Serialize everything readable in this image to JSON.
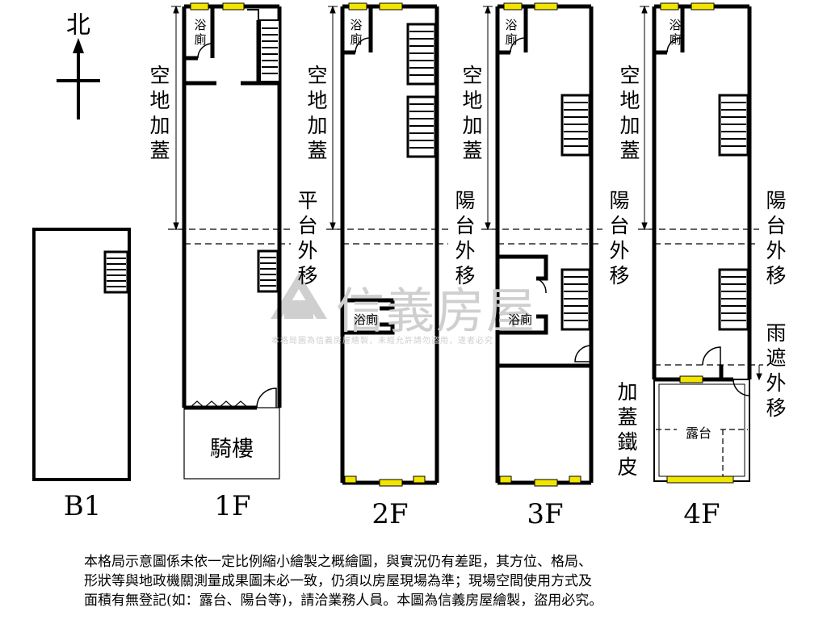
{
  "compass": {
    "north_label": "北"
  },
  "floors": [
    {
      "id": "B1",
      "label": "B1"
    },
    {
      "id": "1F",
      "label": "1F"
    },
    {
      "id": "2F",
      "label": "2F"
    },
    {
      "id": "3F",
      "label": "3F"
    },
    {
      "id": "4F",
      "label": "4F"
    }
  ],
  "annotations": {
    "empty_lot_addition": "空地加蓋",
    "platform_moved_out": "平台外移",
    "balcony_moved_out": "陽台外移",
    "awning_moved_out": "雨遮外移",
    "iron_sheet_addition": "加蓋鐵皮",
    "bathroom": "浴廁",
    "arcade": "騎樓",
    "terrace": "露台"
  },
  "watermark": {
    "brand": "信義房屋",
    "notice": "本格局圖為信義房屋繪製，未經允許請勿盜用，違者必究"
  },
  "disclaimer": [
    "本格局示意圖係未依一定比例縮小繪製之概繪圖，與實況仍有差距，其方位、格局、",
    "形狀等與地政機關測量成果圖未必一致，仍須以房屋現場為準；現場空間使用方式及",
    "面積有無登記(如：露台、陽台等)，請洽業務人員。本圖為信義房屋繪製，盜用必究。"
  ],
  "colors": {
    "wall": "#000000",
    "window": "#f2e600",
    "watermark": "#cfcfcf"
  }
}
